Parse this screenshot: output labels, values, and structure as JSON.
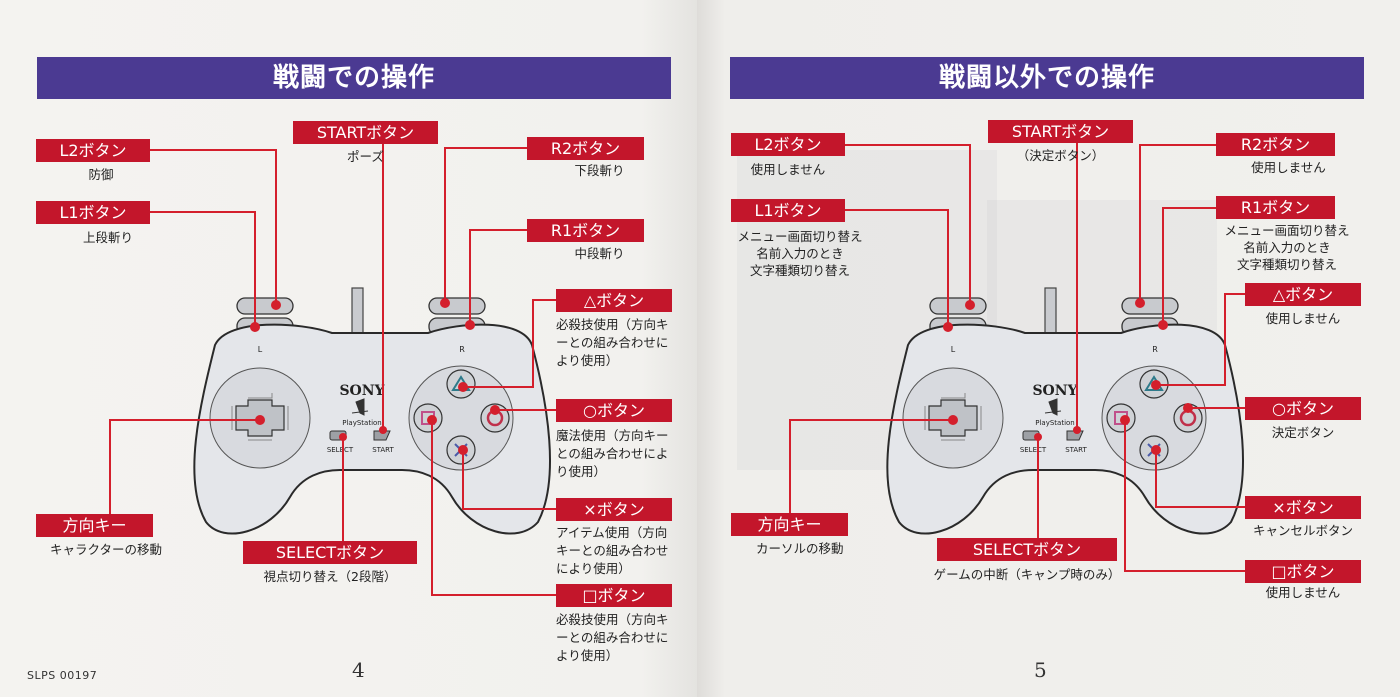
{
  "left_page": {
    "title": "戦闘での操作",
    "labels": {
      "l2": {
        "name": "L2ボタン",
        "desc": "防御"
      },
      "l1": {
        "name": "L1ボタン",
        "desc": "上段斬り"
      },
      "start": {
        "name": "STARTボタン",
        "desc": "ポーズ"
      },
      "r2": {
        "name": "R2ボタン",
        "desc": "下段斬り"
      },
      "r1": {
        "name": "R1ボタン",
        "desc": "中段斬り"
      },
      "triangle": {
        "name": "△ボタン",
        "desc": [
          "必殺技使用（方向キ",
          "ーとの組み合わせに",
          "より使用）"
        ]
      },
      "circle": {
        "name": "○ボタン",
        "desc": [
          "魔法使用（方向キー",
          "との組み合わせによ",
          "り使用）"
        ]
      },
      "cross": {
        "name": "×ボタン",
        "desc": [
          "アイテム使用（方向",
          "キーとの組み合わせ",
          "により使用）"
        ]
      },
      "square": {
        "name": "□ボタン",
        "desc": [
          "必殺技使用（方向キ",
          "ーとの組み合わせに",
          "より使用）"
        ]
      },
      "dpad": {
        "name": "方向キー",
        "desc": "キャラクターの移動"
      },
      "select": {
        "name": "SELECTボタン",
        "desc": "視点切り替え（2段階）"
      }
    },
    "page_number": "4",
    "product_code": "SLPS 00197"
  },
  "right_page": {
    "title": "戦闘以外での操作",
    "labels": {
      "l2": {
        "name": "L2ボタン",
        "desc": "使用しません"
      },
      "l1": {
        "name": "L1ボタン",
        "desc": [
          "メニュー画面切り替え",
          "名前入力のとき",
          "文字種類切り替え"
        ]
      },
      "start": {
        "name": "STARTボタン",
        "desc": "（決定ボタン）"
      },
      "r2": {
        "name": "R2ボタン",
        "desc": "使用しません"
      },
      "r1": {
        "name": "R1ボタン",
        "desc": [
          "メニュー画面切り替え",
          "名前入力のとき",
          "文字種類切り替え"
        ]
      },
      "triangle": {
        "name": "△ボタン",
        "desc": "使用しません"
      },
      "circle": {
        "name": "○ボタン",
        "desc": "決定ボタン"
      },
      "cross": {
        "name": "×ボタン",
        "desc": "キャンセルボタン"
      },
      "square": {
        "name": "□ボタン",
        "desc": "使用しません"
      },
      "dpad": {
        "name": "方向キー",
        "desc": "カーソルの移動"
      },
      "select": {
        "name": "SELECTボタン",
        "desc": "ゲームの中断（キャンプ時のみ）"
      }
    },
    "page_number": "5"
  },
  "controller": {
    "brand": "SONY",
    "logo_text": "PlayStation",
    "select_text": "SELECT",
    "start_text": "START",
    "l_text": "L",
    "r_text": "R"
  },
  "colors": {
    "banner": "#4b3a92",
    "label": "#c3162b",
    "leader": "#d41f2c"
  }
}
